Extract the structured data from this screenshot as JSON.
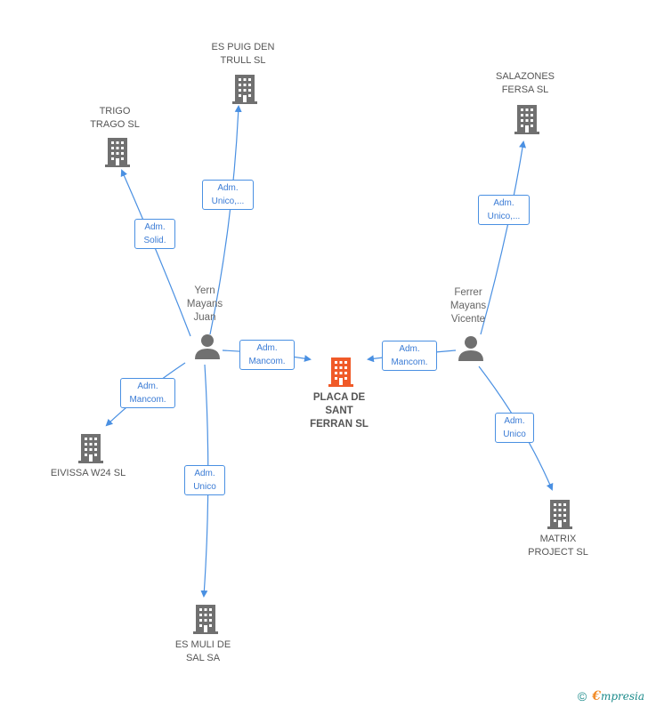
{
  "companies": {
    "es_puig_den_trull": "ES PUIG DEN\nTRULL SL",
    "salazones_fersa": "SALAZONES\nFERSA  SL",
    "trigo_trago": "TRIGO\nTRAGO SL",
    "placa_de_sant_ferran": "PLACA DE\nSANT\nFERRAN SL",
    "eivissa_w24": "EIVISSA W24 SL",
    "matrix_project": "MATRIX\nPROJECT SL",
    "es_muli_de_sal": "ES MULI DE\nSAL SA"
  },
  "persons": {
    "yern": "Yern\nMayans\nJuan",
    "ferrer": "Ferrer\nMayans\nVicente"
  },
  "relations": {
    "yern_trigo": "Adm.\nSolid.",
    "yern_puig": "Adm.\nUnico,...",
    "yern_placa": "Adm.\nMancom.",
    "yern_eivissa": "Adm.\nMancom.",
    "yern_muli": "Adm.\nUnico",
    "ferrer_salazones": "Adm.\nUnico,...",
    "ferrer_placa": "Adm.\nMancom.",
    "ferrer_matrix": "Adm.\nUnico"
  },
  "footer": {
    "copyright_symbol": "©",
    "brand_initial": "€",
    "brand_rest": "mpresia"
  },
  "colors": {
    "edge": "#4a90e2",
    "building": "#707070",
    "main_building": "#f05a28",
    "person": "#707070"
  }
}
